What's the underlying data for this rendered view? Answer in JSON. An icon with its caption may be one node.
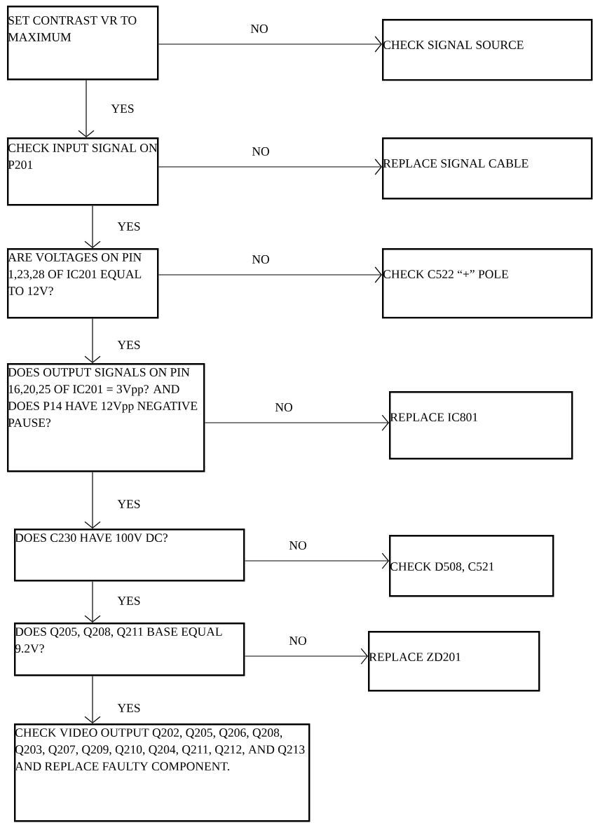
{
  "diagram": {
    "nodes": [
      {
        "text": [
          "SET CONTRAST VR TO MAXIMUM"
        ]
      },
      {
        "text": [
          "CHECK SIGNAL SOURCE"
        ]
      },
      {
        "text": [
          "CHECK INPUT SIGNAL ON P201"
        ]
      },
      {
        "text": [
          "REPLACE SIGNAL CABLE"
        ]
      },
      {
        "text": [
          "ARE VOLTAGES ON PIN 1,23,28 OF IC201 EQUAL TO 12V?"
        ]
      },
      {
        "text": [
          "CHECK C522 “+” POLE"
        ]
      },
      {
        "text": [
          "DOES OUTPUT SIGNALS ON PIN 16,20,25 OF IC201 = 3Vpp? AND DOES P14 HAVE 12Vpp NEGATIVE PAUSE?"
        ]
      },
      {
        "text": [
          "REPLACE IC801"
        ]
      },
      {
        "text": [
          "DOES C230 HAVE 100V DC?"
        ]
      },
      {
        "text": [
          "CHECK D508, C521"
        ]
      },
      {
        "text": [
          "DOES Q205, Q208, Q211 BASE EQUAL 9.2V?"
        ]
      },
      {
        "text": [
          "REPLACE ZD201"
        ]
      },
      {
        "text": [
          "CHECK VIDEO OUTPUT Q202, Q205, Q206, Q208, Q203, Q207, Q209, Q210, Q204, Q211, Q212, AND Q213 AND REPLACE FAULTY COMPONENT."
        ]
      }
    ],
    "edges": [
      {
        "from": 0,
        "to": 1,
        "arrow": "to",
        "label": "NO"
      },
      {
        "from": 0,
        "to": 2,
        "arrow": "to",
        "label": "YES"
      },
      {
        "from": 2,
        "to": 3,
        "arrow": "to",
        "label": "NO"
      },
      {
        "from": 2,
        "to": 4,
        "arrow": "to",
        "label": "YES"
      },
      {
        "from": 4,
        "to": 5,
        "arrow": "to",
        "label": "NO"
      },
      {
        "from": 4,
        "to": 6,
        "arrow": "to",
        "label": "YES"
      },
      {
        "from": 6,
        "to": 7,
        "arrow": "to",
        "label": "NO"
      },
      {
        "from": 6,
        "to": 8,
        "arrow": "to",
        "label": "YES"
      },
      {
        "from": 8,
        "to": 9,
        "arrow": "to",
        "label": "NO"
      },
      {
        "from": 8,
        "to": 10,
        "arrow": "to",
        "label": "YES"
      },
      {
        "from": 10,
        "to": 11,
        "arrow": "to",
        "label": "NO"
      },
      {
        "from": 10,
        "to": 12,
        "arrow": "to",
        "label": "YES"
      }
    ]
  }
}
